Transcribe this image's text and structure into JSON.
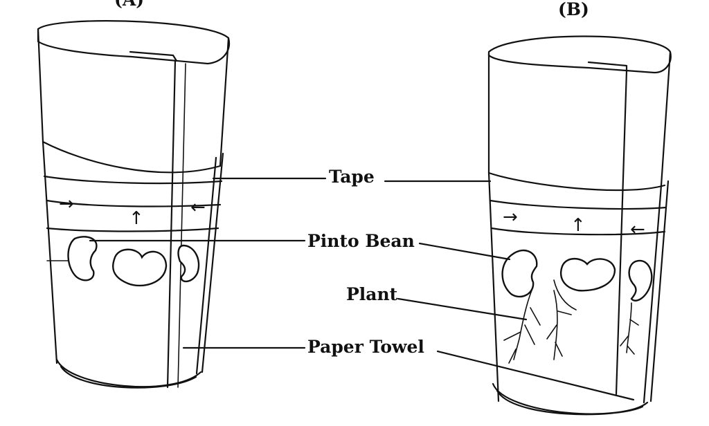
{
  "panels": [
    {
      "id": "A",
      "heading": "(A)"
    },
    {
      "id": "B",
      "heading": "(B)"
    }
  ],
  "labels": {
    "tape": "Tape",
    "pinto_bean": "Pinto Bean",
    "plant": "Plant",
    "paper_towel": "Paper Towel"
  },
  "arrows": {
    "right": "→",
    "up": "↑",
    "left": "←"
  }
}
